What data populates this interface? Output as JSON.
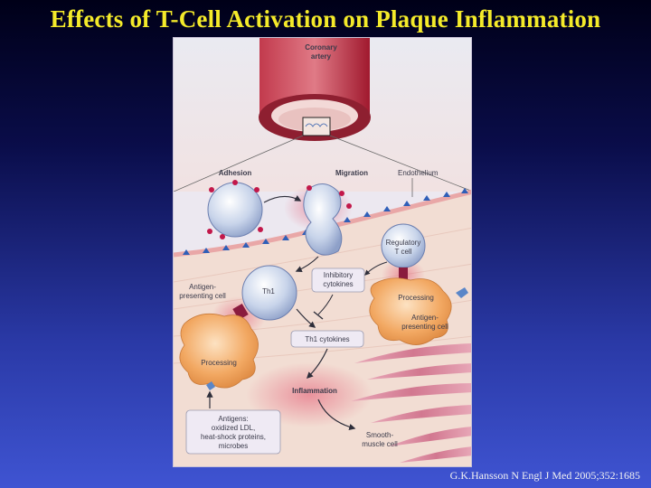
{
  "title": "Effects of T-Cell Activation on Plaque Inflammation",
  "citation": "G.K.Hansson N Engl J Med 2005;352:1685",
  "figure": {
    "coronary_artery_line1": "Coronary",
    "coronary_artery_line2": "artery",
    "adhesion": "Adhesion",
    "migration": "Migration",
    "endothelium": "Endothelium",
    "regulatory_line1": "Regulatory",
    "regulatory_line2": "T cell",
    "inhibitory_line1": "Inhibitory",
    "inhibitory_line2": "cytokines",
    "th1": "Th1",
    "apc_left_line1": "Antigen-",
    "apc_left_line2": "presenting cell",
    "processing_right": "Processing",
    "apc_right_line1": "Antigen-",
    "apc_right_line2": "presenting cell",
    "th1_cytokines": "Th1 cytokines",
    "processing_left": "Processing",
    "inflammation": "Inflammation",
    "antigens_line1": "Antigens:",
    "antigens_line2": "oxidized LDL,",
    "antigens_line3": "heat-shock proteins,",
    "antigens_line4": "microbes",
    "smc_line1": "Smooth-",
    "smc_line2": "muscle cell"
  },
  "colors": {
    "title": "#f4ea2a",
    "tissue": "#f4e4dc",
    "artery": "#b8283c",
    "lymphocyte": "#c9d6ea",
    "apc": "#f0a860",
    "smooth_muscle": "#d98aa0"
  }
}
